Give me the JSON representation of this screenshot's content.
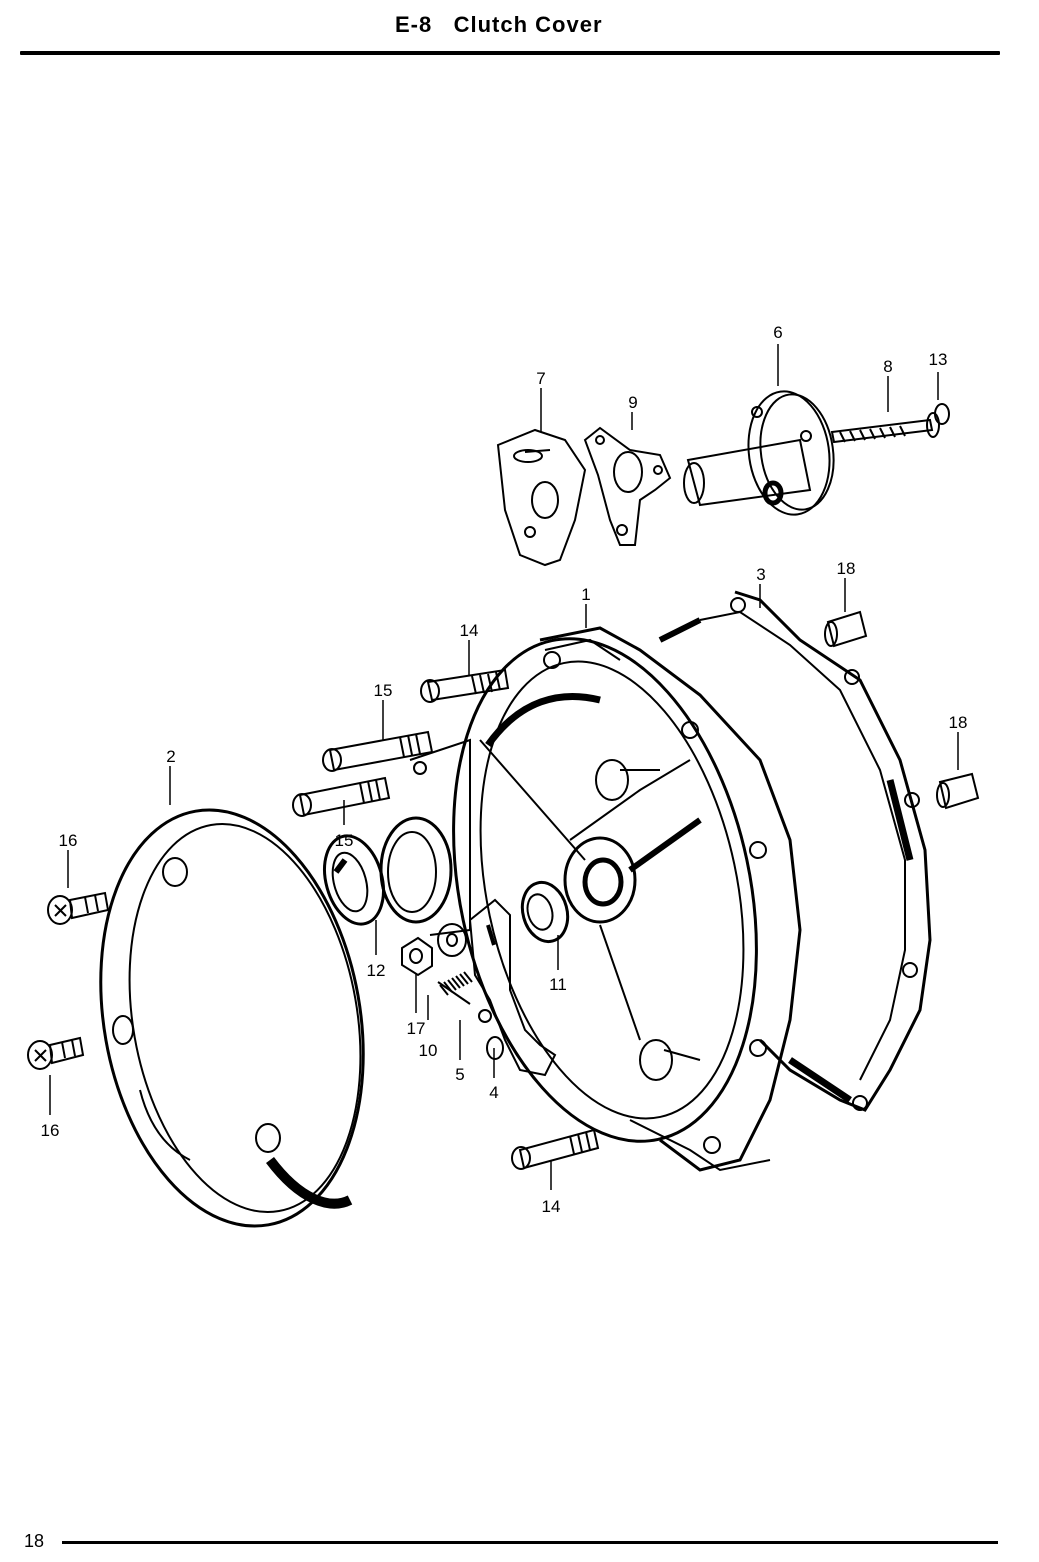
{
  "header": {
    "code": "E-8",
    "title": "Clutch Cover"
  },
  "diagram": {
    "callouts": {
      "c1": "1",
      "c2": "2",
      "c3": "3",
      "c4": "4",
      "c5": "5",
      "c6": "6",
      "c7": "7",
      "c8": "8",
      "c9": "9",
      "c10": "10",
      "c11": "11",
      "c12": "12",
      "c13": "13",
      "c14a": "14",
      "c14b": "14",
      "c15a": "15",
      "c15b": "15",
      "c16a": "16",
      "c16b": "16",
      "c17": "17",
      "c18a": "18",
      "c18b": "18"
    }
  },
  "footer": {
    "page_number": "18"
  }
}
